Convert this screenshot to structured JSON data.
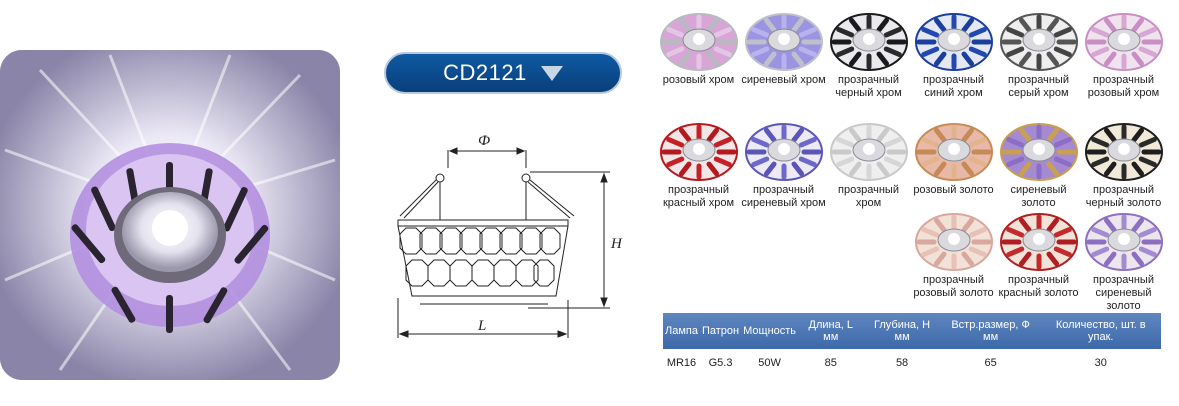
{
  "model": {
    "code": "CD2121"
  },
  "drawing": {
    "phi": "Ф",
    "height": "H",
    "length": "L"
  },
  "variants": [
    {
      "label": "розовый хром",
      "tint": "#d8a5d6",
      "accent": "#b9b9c2",
      "bars": "#e3c6e5"
    },
    {
      "label": "сиреневый хром",
      "tint": "#9b94e0",
      "accent": "#c0c0cc",
      "bars": "#b8b2ee"
    },
    {
      "label": "прозрачный черный хром",
      "tint": "#e9e9ee",
      "accent": "#1a1a1a",
      "bars": "#2a2a2a"
    },
    {
      "label": "прозрачный синий хром",
      "tint": "#e4e8f2",
      "accent": "#1b3f9c",
      "bars": "#2249b0"
    },
    {
      "label": "прозрачный серый хром",
      "tint": "#eeeeee",
      "accent": "#555555",
      "bars": "#444444"
    },
    {
      "label": "прозрачный розовый хром",
      "tint": "#f0e3ee",
      "accent": "#c98fc4",
      "bars": "#d7a6d3"
    },
    {
      "label": "прозрачный красный хром",
      "tint": "#f2e6e6",
      "accent": "#b5191d",
      "bars": "#c42025"
    },
    {
      "label": "прозрачный сиреневый хром",
      "tint": "#eceaf5",
      "accent": "#5a55b7",
      "bars": "#6e68c9"
    },
    {
      "label": "прозрачный хром",
      "tint": "#efefef",
      "accent": "#c9c9c9",
      "bars": "#d6d6d6"
    },
    {
      "label": "розовый золото",
      "tint": "#e8b9a9",
      "accent": "#c58a56",
      "bars": "#e3b48b"
    },
    {
      "label": "сиреневый золото",
      "tint": "#a58ad1",
      "accent": "#c8a050",
      "bars": "#8c6ec7"
    },
    {
      "label": "прозрачный черный золото",
      "tint": "#f1ead8",
      "accent": "#1e1e1e",
      "bars": "#2a2a2a"
    },
    {
      "label": "прозрачный розовый золото",
      "tint": "#f1e1d6",
      "accent": "#d8a7a0",
      "bars": "#e7c0b6"
    },
    {
      "label": "прозрачный красный золото",
      "tint": "#f2e3d8",
      "accent": "#b01d22",
      "bars": "#c22a2c"
    },
    {
      "label": "прозрачный сиреневый золото",
      "tint": "#eee6ef",
      "accent": "#8d6fc2",
      "bars": "#a38bd0"
    }
  ],
  "spec": {
    "headers": [
      "Лампа",
      "Патрон",
      "Мощность",
      "Длина, L мм",
      "Глубина, H мм",
      "Встр.размер, Ф мм",
      "Количество, шт. в упак."
    ],
    "values": [
      "MR16",
      "G5.3",
      "50W",
      "85",
      "58",
      "65",
      "30"
    ]
  },
  "colors": {
    "pill": "#0a4f93",
    "table_header": "#4a74b3"
  }
}
